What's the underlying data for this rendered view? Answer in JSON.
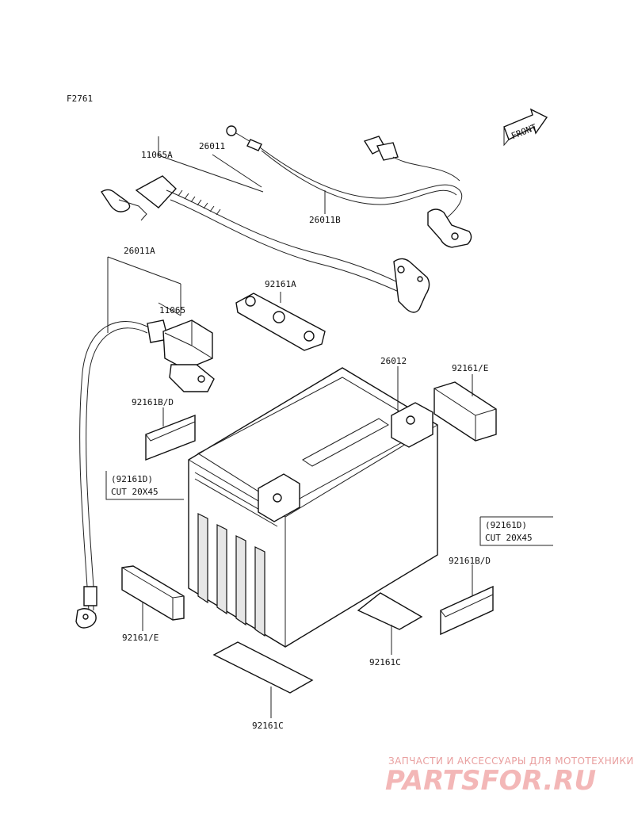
{
  "figure_code": "F2761",
  "front_label": "FRONT",
  "parts": {
    "p11065A": "11065A",
    "p26011": "26011",
    "p26011B": "26011B",
    "p26011A": "26011A",
    "p11065": "11065",
    "p92161A": "92161A",
    "p26012": "26012",
    "p92161E_top": "92161/E",
    "p92161BD_left": "92161B/D",
    "p92161BD_right": "92161B/D",
    "p92161E_bottom": "92161/E",
    "p92161C_mid": "92161C",
    "p92161C_bottom": "92161C"
  },
  "notes": {
    "left": {
      "line1": "(92161D)",
      "line2": "CUT  20X45"
    },
    "right": {
      "line1": "(92161D)",
      "line2": "CUT  20X45"
    }
  },
  "watermark": {
    "tagline": "ЗАПЧАСТИ И АКСЕССУАРЫ ДЛЯ МОТОТЕХНИКИ",
    "logo": "PARTSFOR.RU"
  }
}
